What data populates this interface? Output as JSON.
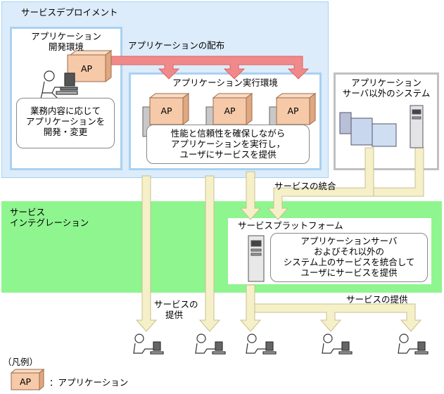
{
  "regions": {
    "service_deployment": "サービスデプロイメント",
    "service_integration_line1": "サービス",
    "service_integration_line2": "インテグレーション"
  },
  "dev_env": {
    "title_line1": "アプリケーション",
    "title_line2": "開発環境",
    "ap_label": "AP",
    "desc_line1": "業務内容に応じて",
    "desc_line2": "アプリケーションを",
    "desc_line3": "開発・変更"
  },
  "distribution_label": "アプリケーションの配布",
  "exec_env": {
    "title": "アプリケーション実行環境",
    "ap_labels": [
      "AP",
      "AP",
      "AP"
    ],
    "desc_line1": "性能と信頼性を確保しながら",
    "desc_line2": "アプリケーションを実行し，",
    "desc_line3": "ユーザにサービスを提供"
  },
  "other_systems": {
    "title_line1": "アプリケーション",
    "title_line2": "サーバ以外のシステム"
  },
  "integration_label": "サービスの統合",
  "platform": {
    "title": "サービスプラットフォーム",
    "desc_line1": "アプリケーションサーバ",
    "desc_line2": "およびそれ以外の",
    "desc_line3": "システム上のサービスを統合して",
    "desc_line4": "ユーザにサービスを提供"
  },
  "provision_label_left_line1": "サービスの",
  "provision_label_left_line2": "提供",
  "provision_label_right": "サービスの提供",
  "legend": {
    "title": "（凡例）",
    "ap_label": "AP",
    "desc": "：アプリケーション"
  },
  "colors": {
    "deploy_bg": "#dcecfa",
    "deploy_border": "#a9d1f1",
    "integration_bg": "#8ff58f",
    "ap_box": "#f6c9a8",
    "distribution_arrow": "#f08a8a",
    "service_arrow": "#f5f0c8",
    "gray_border": "#c0c0c0"
  }
}
